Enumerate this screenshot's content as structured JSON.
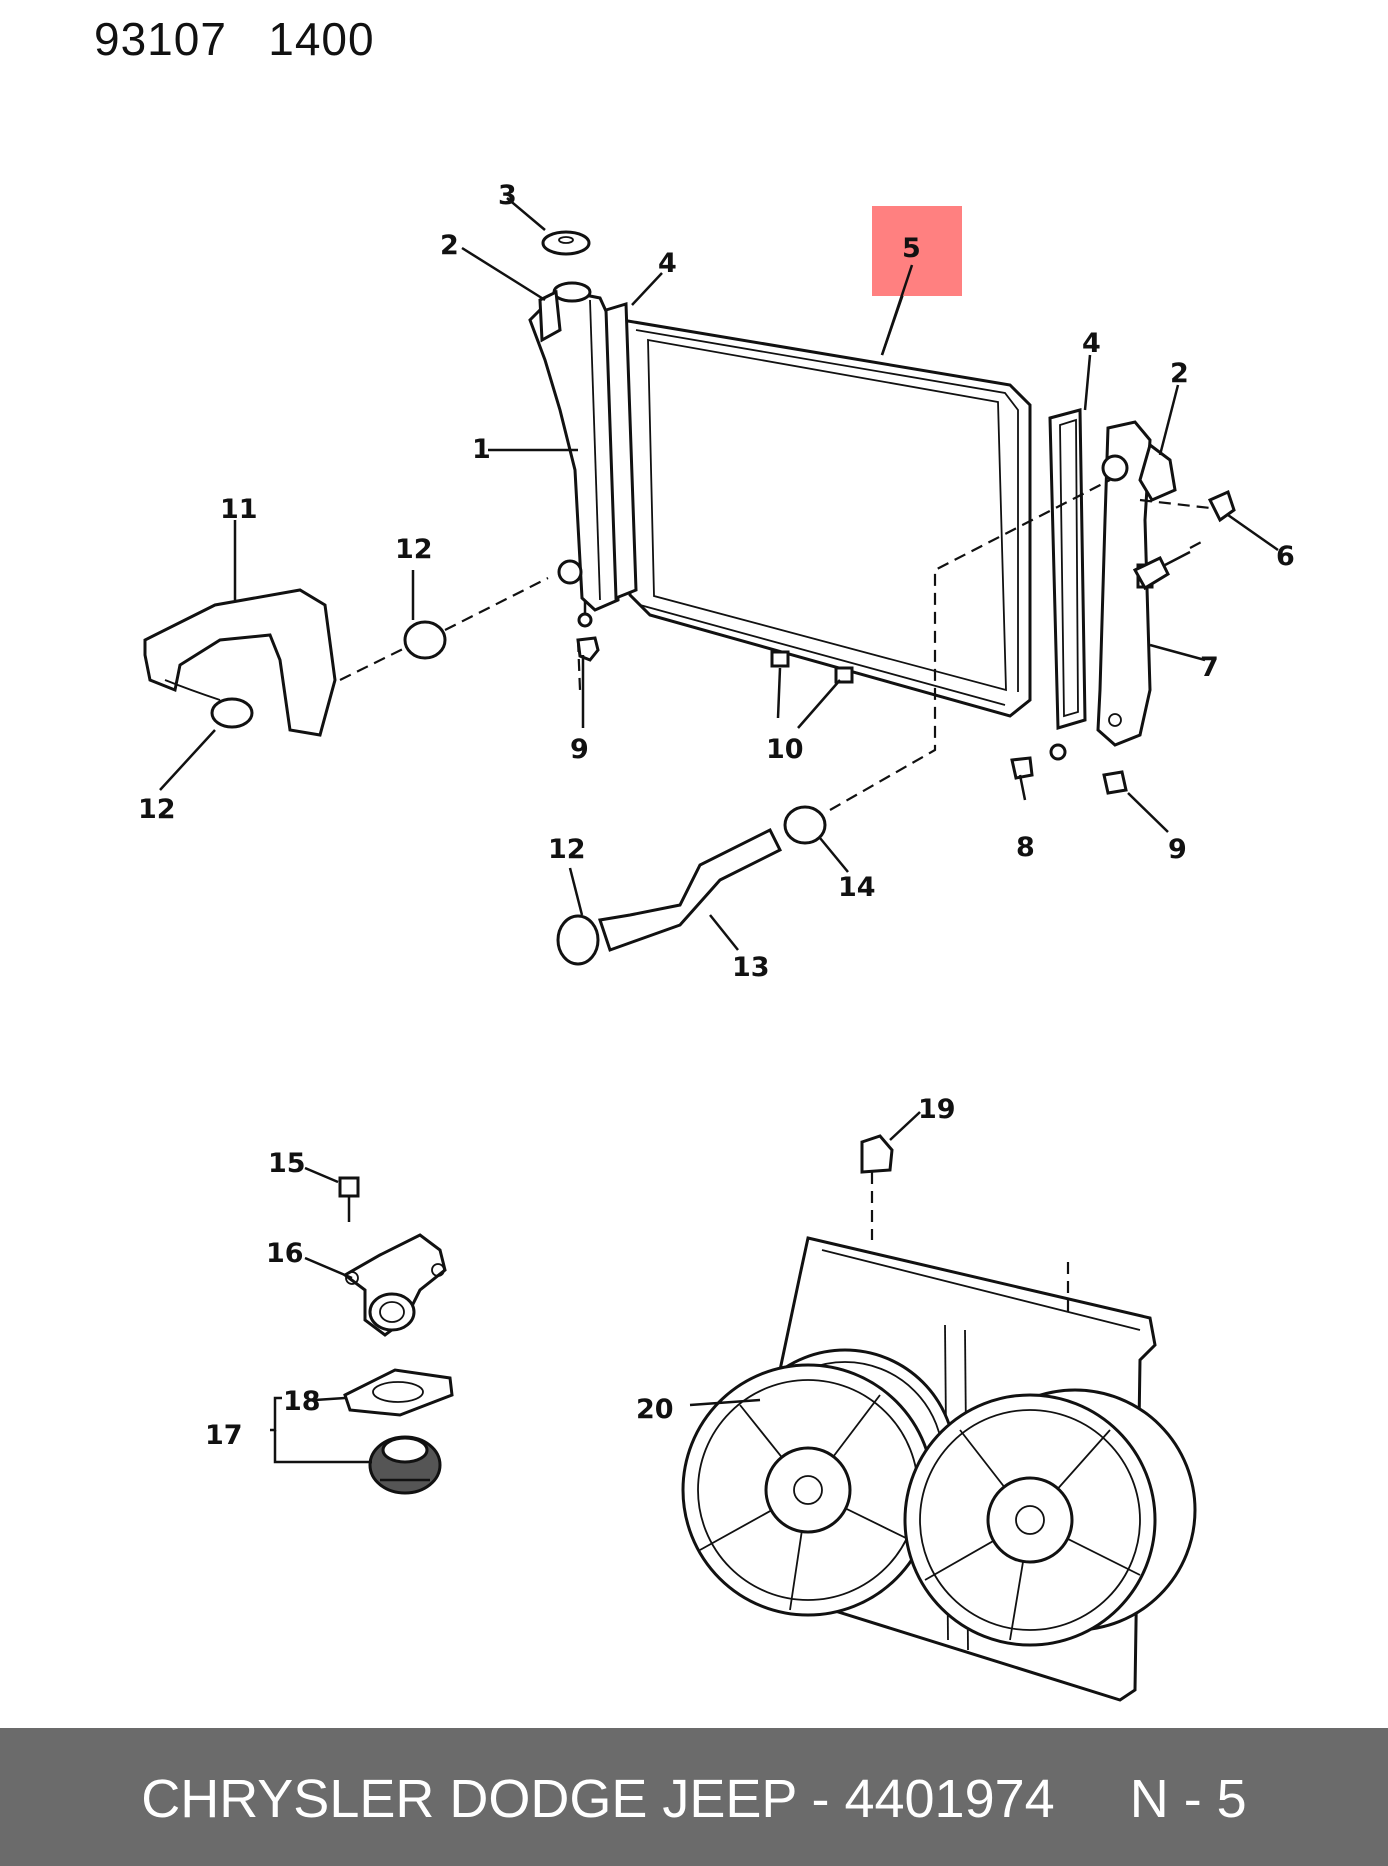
{
  "header": {
    "code": "93107   1400"
  },
  "highlight": {
    "label": "5",
    "color": "#ff8080"
  },
  "callouts": {
    "c1": "1",
    "c2a": "2",
    "c2b": "2",
    "c3": "3",
    "c4a": "4",
    "c4b": "4",
    "c6": "6",
    "c7": "7",
    "c8": "8",
    "c9a": "9",
    "c9b": "9",
    "c10": "10",
    "c11": "11",
    "c12a": "12",
    "c12b": "12",
    "c12c": "12",
    "c13": "13",
    "c14": "14",
    "c15": "15",
    "c16": "16",
    "c17": "17",
    "c18": "18",
    "c19": "19",
    "c20": "20"
  },
  "footer": {
    "text": "CHRYSLER DODGE JEEP - 4401974     N - 5",
    "bar_color": "#6b6b6b",
    "text_color": "#ffffff"
  }
}
